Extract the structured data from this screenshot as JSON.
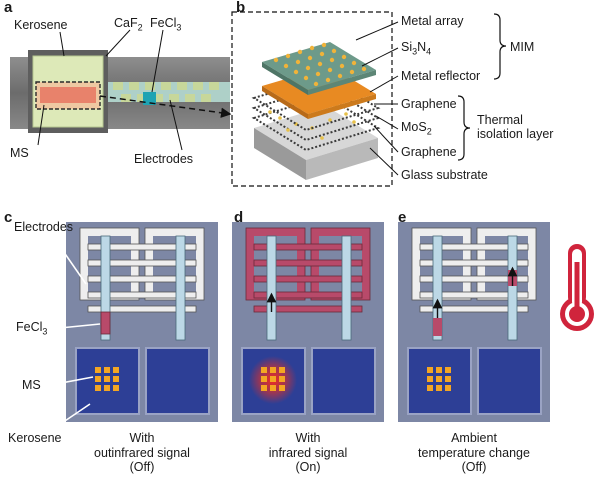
{
  "panels": {
    "a": "a",
    "b": "b",
    "c": "c",
    "d": "d",
    "e": "e"
  },
  "panel_a": {
    "kerosene": "Kerosene",
    "caf2_base": "CaF",
    "caf2_sub": "2",
    "fecl3_base": "FeCl",
    "fecl3_sub": "3",
    "ms": "MS",
    "electrodes": "Electrodes"
  },
  "panel_b": {
    "metal_array": "Metal array",
    "si3n4_a": "Si",
    "si3n4_sub1": "3",
    "si3n4_b": "N",
    "si3n4_sub2": "4",
    "metal_reflector": "Metal reflector",
    "graphene_top": "Graphene",
    "mos2_base": "MoS",
    "mos2_sub": "2",
    "graphene_bottom": "Graphene",
    "glass_substrate": "Glass substrate",
    "mim": "MIM",
    "thermal_line1": "Thermal",
    "thermal_line2": "isolation layer"
  },
  "panel_c": {
    "electrodes": "Electrodes",
    "fecl3_base": "FeCl",
    "fecl3_sub": "3",
    "ms": "MS",
    "kerosene": "Kerosene",
    "caption_line1": "With",
    "caption_line2": "outinfrared signal",
    "caption_line3": "(Off)"
  },
  "panel_d": {
    "caption_line1": "With",
    "caption_line2": "infrared signal",
    "caption_line3": "(On)"
  },
  "panel_e": {
    "caption_line1": "Ambient",
    "caption_line2": "temperature change",
    "caption_line3": "(Off)"
  },
  "colors": {
    "electrode_gray": "#7d87a5",
    "light_panel": "#eeeeee",
    "channel_blue": "#bcd8e6",
    "fecl3_red": "#b84a6a",
    "ms_blue": "#2d3f96",
    "ms_pad": "#f4a623",
    "hot_red": "#d0243c"
  }
}
